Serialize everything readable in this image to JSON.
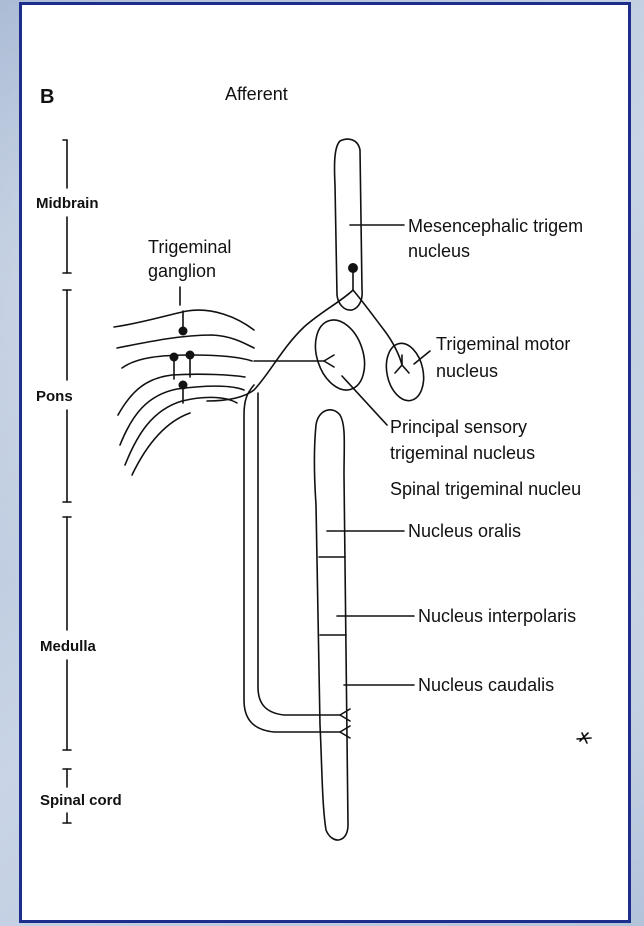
{
  "panel_letter": "B",
  "title": "Afferent",
  "levels": {
    "midbrain": "Midbrain",
    "pons": "Pons",
    "medulla": "Medulla",
    "spinal_cord": "Spinal cord"
  },
  "ganglion": {
    "line1": "Trigeminal",
    "line2": "ganglion"
  },
  "nuclei": {
    "mesencephalic": {
      "line1": "Mesencephalic trigem",
      "line2": "nucleus"
    },
    "motor": {
      "line1": "Trigeminal motor",
      "line2": "nucleus"
    },
    "principal": {
      "line1": "Principal sensory",
      "line2": "trigeminal nucleus"
    },
    "spinal": "Spinal trigeminal nucleu",
    "oralis": "Nucleus oralis",
    "interpolaris": "Nucleus interpolaris",
    "caudalis": "Nucleus caudalis"
  },
  "colors": {
    "frame": "#1d2d8c",
    "ink": "#111111",
    "background": "#b8c7dd"
  }
}
